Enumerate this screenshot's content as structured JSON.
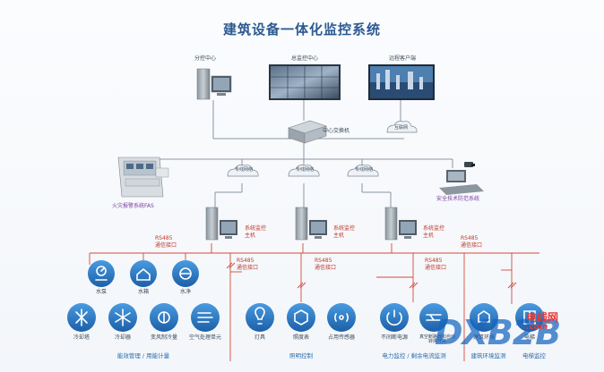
{
  "title": "建筑设备一体化监控系统",
  "top": {
    "sub_center": "分控中心",
    "main_center": "总监控中心",
    "remote_client": "远程客户端",
    "switch": "中心交换机",
    "internet": "互联网"
  },
  "network": {
    "private_net": "专线网络"
  },
  "fire": "火灾报警系统FAS",
  "security": "安全技术防范系统",
  "hosts": {
    "label_line1": "系统监控",
    "label_line2": "主机"
  },
  "rs485": {
    "line1": "RS485",
    "line2": "通信接口"
  },
  "devices": {
    "water_pump": "水泵",
    "water_tank": "水箱",
    "water_purifier": "水净",
    "cooling_tower": "冷却塔",
    "chiller": "冷却器",
    "heat_exchange": "变风制冷量",
    "air_handler": "空气处理单元",
    "lamp": "灯具",
    "dimmer": "照度表",
    "sensor": "占用传感器",
    "ups": "不间断电源",
    "vacuum_switch": "真空断路器和自动转换开关",
    "environment": "建筑环境",
    "elevator": "电梯"
  },
  "sections": {
    "energy": "能效管理 / 用能计量",
    "lighting": "照明控制",
    "power": "电力监控 / 剩余电流监测",
    "env_monitor": "建筑环境监测",
    "elevator_monitor": "电梯监控"
  },
  "watermark": {
    "main": "DXB2B",
    "cn": "电线网",
    "url": ".com"
  },
  "colors": {
    "title": "#2c5a92",
    "icon_blue": "#2f7fc8",
    "red_link": "#c0392b",
    "bus_red": "#d24b3b"
  }
}
